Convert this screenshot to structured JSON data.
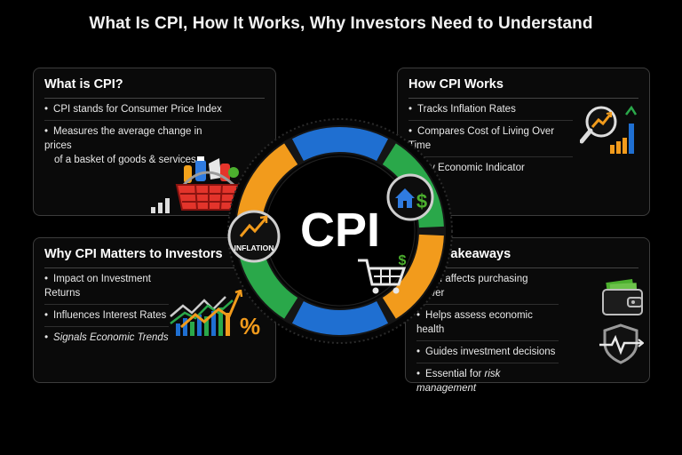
{
  "title": "What Is CPI, How It Works, Why Investors Need to Understand",
  "center": {
    "label": "CPI",
    "inflation_label": "INFLATION"
  },
  "panels": {
    "what": {
      "heading": "What is CPI?",
      "items": [
        {
          "text": "CPI stands for Consumer Price Index"
        },
        {
          "line1": "Measures the average change in prices",
          "line2": "of a basket of goods & services"
        }
      ]
    },
    "how": {
      "heading": "How CPI Works",
      "items": [
        "Tracks Inflation Rates",
        "Compares Cost of Living Over Time",
        "Key Economic Indicator"
      ]
    },
    "why": {
      "heading": "Why CPI Matters to Investors",
      "items": [
        "Impact on Investment Returns",
        "Influences Interest Rates",
        "Signals Economic Trends"
      ]
    },
    "key": {
      "heading": "Key Takeaways",
      "items": [
        "CPI affects purchasing power",
        "Helps assess economic health",
        "Guides investment decisions"
      ],
      "last_plain": "Essential for ",
      "last_italic": "risk management"
    }
  },
  "ring_colors": [
    "#1f6fd1",
    "#2aa84a",
    "#f29b1c",
    "#1f6fd1",
    "#2aa84a",
    "#f29b1c"
  ],
  "icons": [
    "shopping-basket-icon",
    "magnifier-chart-icon",
    "house-dollar-icon",
    "shopping-cart-dollar-icon",
    "rising-arrow-icon",
    "stock-chart-percent-icon",
    "wallet-icon",
    "shield-heartbeat-icon",
    "bar-chart-icon"
  ]
}
